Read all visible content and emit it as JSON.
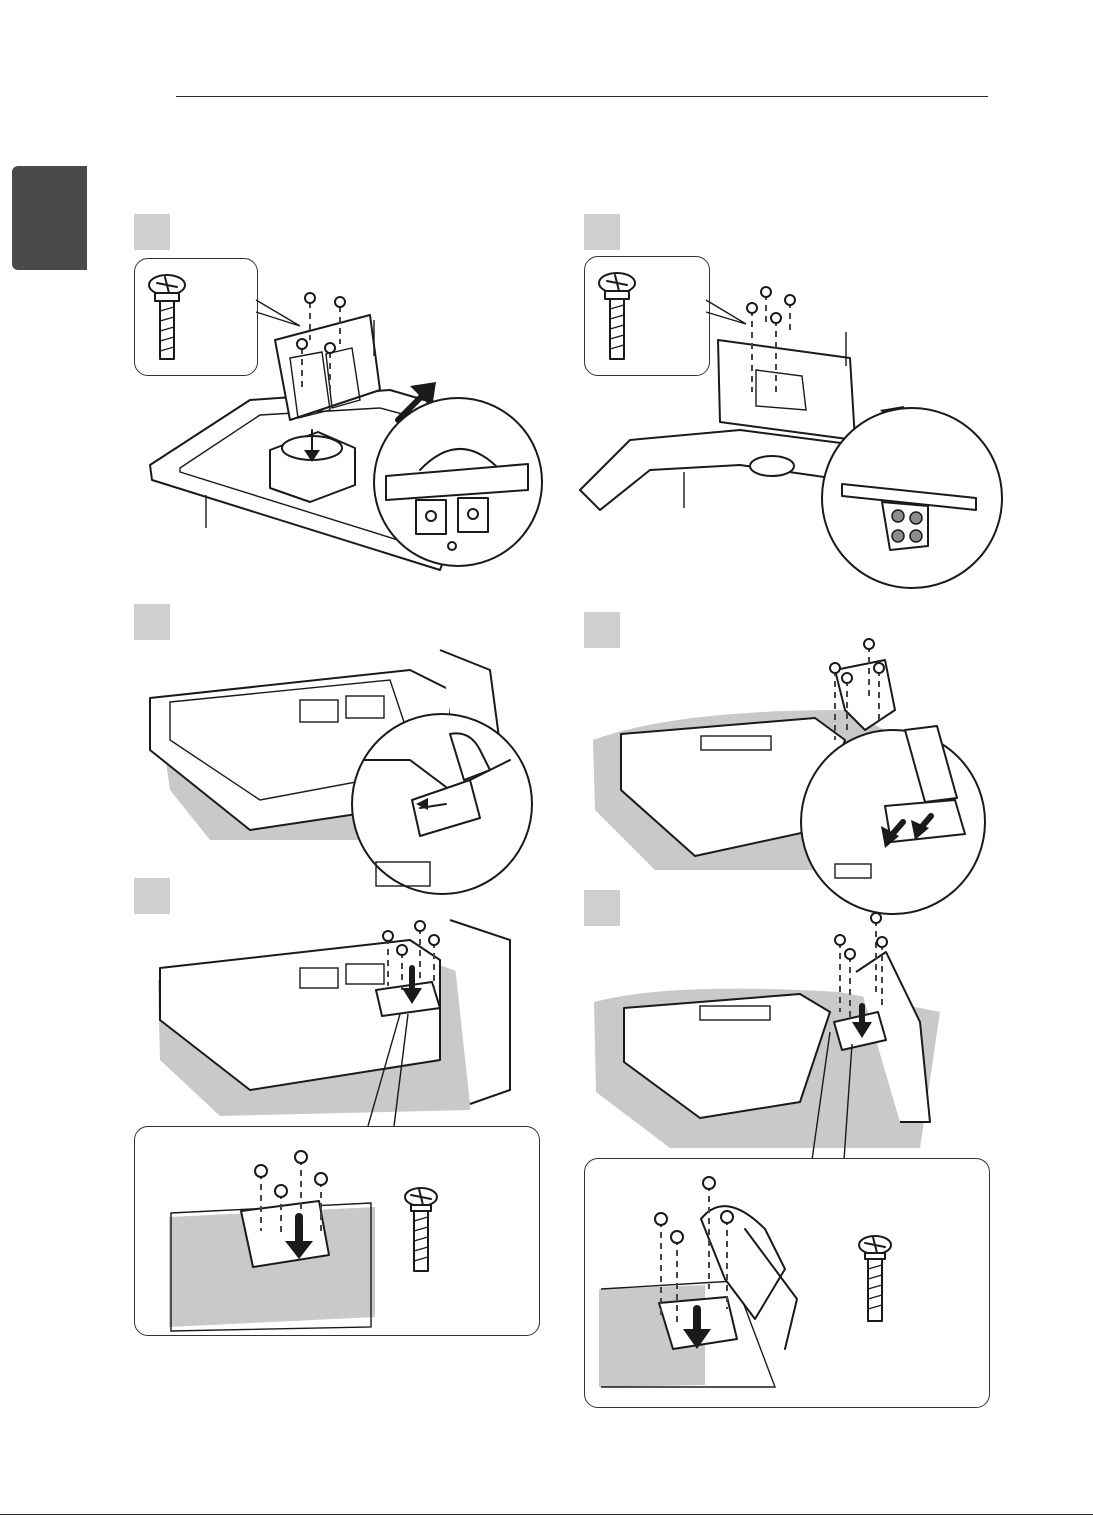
{
  "page": {
    "steps": [
      {
        "id": "left-1"
      },
      {
        "id": "right-1"
      },
      {
        "id": "left-2"
      },
      {
        "id": "right-2"
      },
      {
        "id": "left-3"
      },
      {
        "id": "right-3"
      }
    ]
  },
  "colors": {
    "rule": "#2a2a2a",
    "side_tab": "#4a4a4a",
    "step_box": "#cfcfcf",
    "shadow": "#c9c9c9"
  },
  "icons": [
    "screw-icon",
    "arrow-up-right-icon",
    "arrow-down-icon"
  ]
}
